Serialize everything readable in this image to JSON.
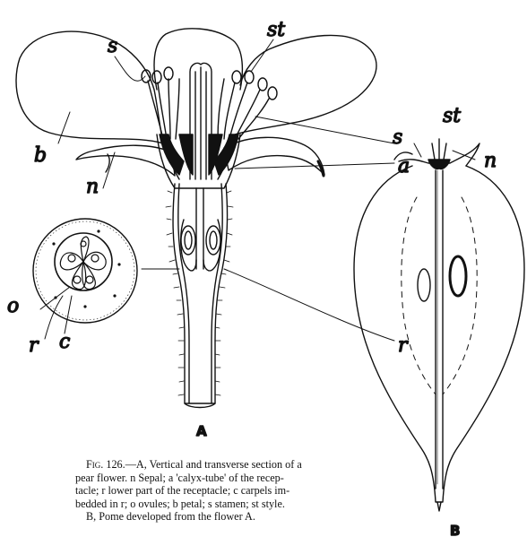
{
  "figure": {
    "labels": {
      "sepal": "n",
      "calyx_tube": "a",
      "receptacle": "r",
      "carpels": "c",
      "ovules": "o",
      "petal": "b",
      "stamen": "s",
      "style": "st"
    },
    "panels": {
      "flower": "A",
      "pome": "B"
    }
  },
  "caption": {
    "fig_number": "Fig. 126.—",
    "lines": [
      "A, Vertical and transverse section of a",
      "pear flower. n Sepal; a 'calyx-tube' of the recep-",
      "tacle; r lower part of the receptacle; c carpels im-",
      "bedded in r; o ovules; b petal; s stamen; st style.",
      "B, Pome developed from the flower A."
    ]
  }
}
